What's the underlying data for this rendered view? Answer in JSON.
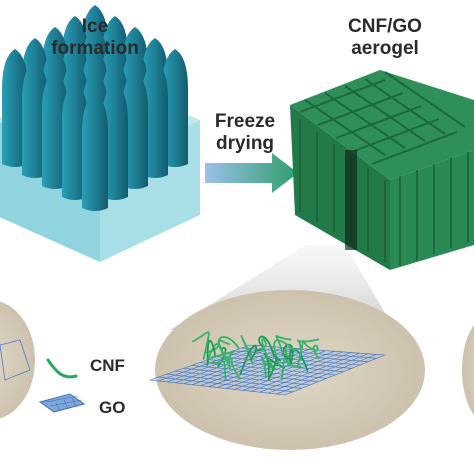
{
  "labels": {
    "ice_formation": [
      "Ice",
      "formation"
    ],
    "aerogel": [
      "CNF/GO",
      "aerogel"
    ],
    "process": [
      "Freeze",
      "drying"
    ]
  },
  "legend": {
    "cnf": "CNF",
    "go": "GO"
  },
  "colors": {
    "ice_spike": "#1e7f95",
    "ice_base": "#b9e7ee",
    "aerogel_green": "#2e8b57",
    "arrow_start": "#8fb6e6",
    "arrow_end": "#2e9e6b",
    "cnf_fiber": "#28a860",
    "go_sheet": "#4a7fc4",
    "magnifier_fill": "#d9cfbf"
  }
}
